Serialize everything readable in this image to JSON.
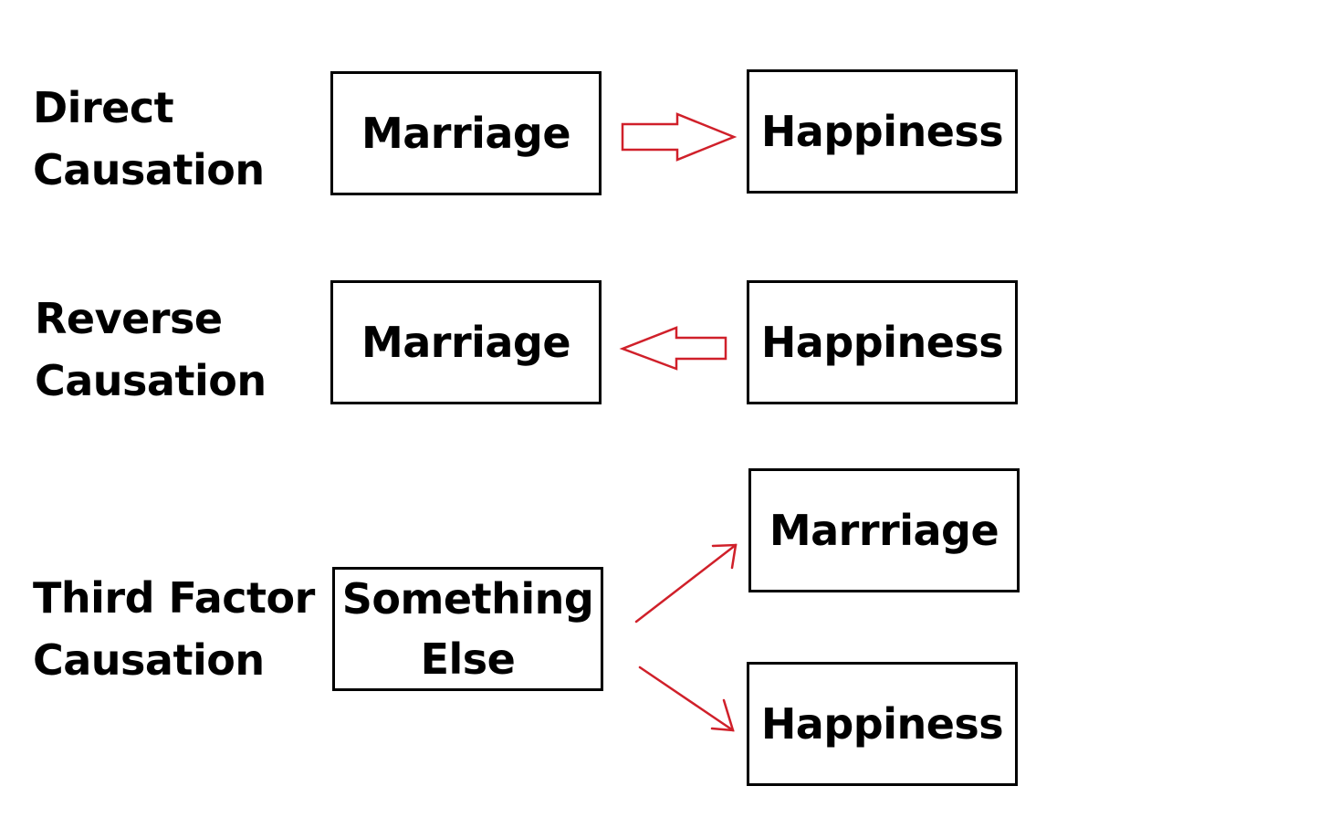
{
  "accent_color": "#d0202a",
  "rows": [
    {
      "label_lines": [
        "Direct",
        "Causation"
      ],
      "left_box": [
        "Marriage"
      ],
      "right_box": [
        "Happiness"
      ],
      "arrow": "right"
    },
    {
      "label_lines": [
        "Reverse",
        "Causation"
      ],
      "left_box": [
        "Marriage"
      ],
      "right_box": [
        "Happiness"
      ],
      "arrow": "left"
    },
    {
      "label_lines": [
        "Third Factor",
        "Causation"
      ],
      "left_box": [
        "Something",
        "Else"
      ],
      "right_box_top": [
        "Marrriage"
      ],
      "right_box_bottom": [
        "Happiness"
      ],
      "arrow": "split"
    }
  ]
}
